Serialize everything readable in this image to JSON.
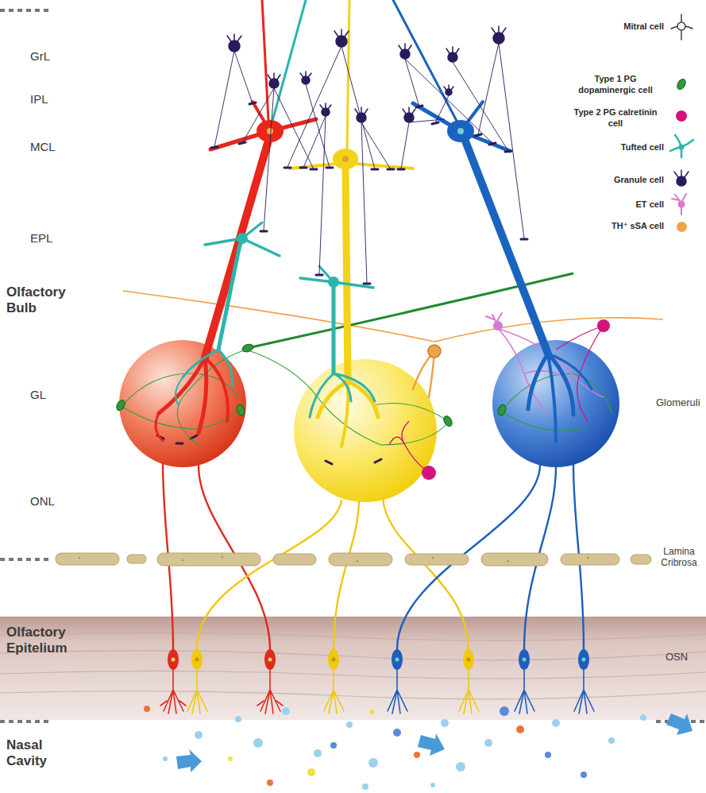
{
  "diagram": {
    "labels": [
      "GrL",
      "IPL",
      "MCL",
      "EPL",
      "Olfactory Bulb",
      "GL",
      "Glomeruli",
      "ONL",
      "Lamina Cribrosa",
      "Olfactory Epitelium",
      "OSN",
      "Nasal Cavity"
    ],
    "legend": [
      {
        "text": "Mitral cell"
      },
      {
        "text": "Type 1 PG dopaminergic cell"
      },
      {
        "text": "Type 2 PG calretinin cell",
        "color": "#d4137c"
      },
      {
        "text": "Tufted cell"
      },
      {
        "text": "Granule cell"
      },
      {
        "text": "ET cell"
      },
      {
        "text": "TH⁺ sSA cell",
        "color": "#eda54a"
      }
    ]
  }
}
